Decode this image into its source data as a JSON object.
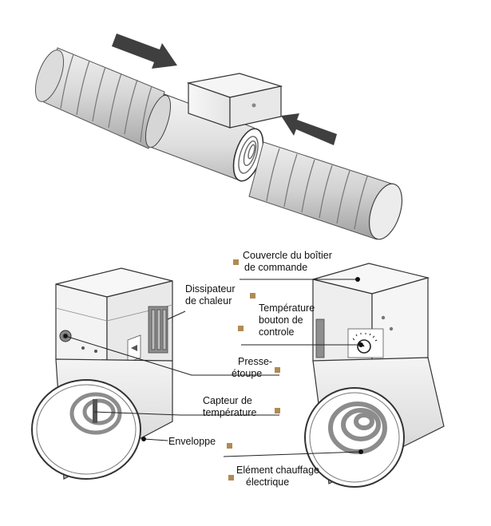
{
  "colors": {
    "marker": "#b08a55",
    "duct_light": "#e6e6e6",
    "duct_mid": "#c6c6c6",
    "duct_dark": "#9a9a9a",
    "arrow": "#3f3f3f",
    "line": "#222222"
  },
  "labels": {
    "cover": [
      "Couvercle du boîtier",
      "de commande"
    ],
    "heatsink": [
      "Dissipateur",
      "de chaleur"
    ],
    "knob": [
      "Température",
      "bouton de",
      "controle"
    ],
    "gland": [
      "Presse-",
      "étoupe"
    ],
    "sensor": [
      "Capteur de",
      "température"
    ],
    "casing": [
      "Enveloppe"
    ],
    "element": [
      "Elément chauffage",
      "électrique"
    ]
  },
  "icons": [
    "flow-arrow-icon",
    "heating-coil-icon",
    "dial-icon",
    "heatsink-icon"
  ]
}
